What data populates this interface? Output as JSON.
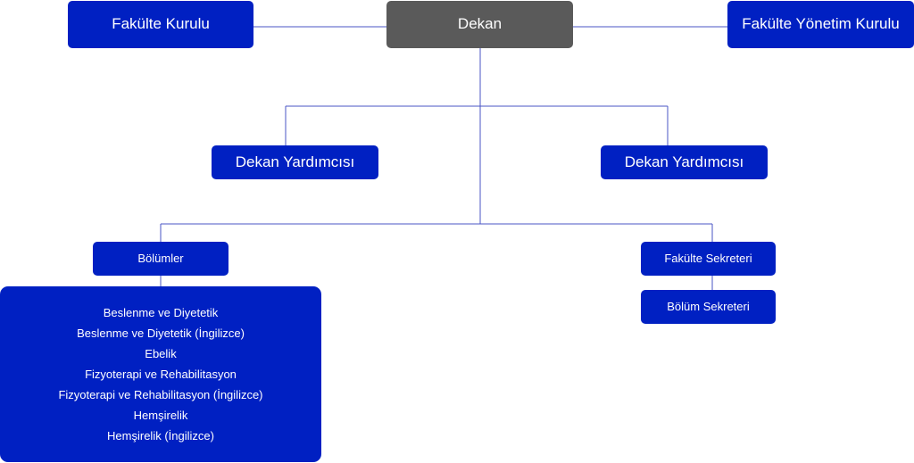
{
  "org_chart": {
    "dean": "Dekan",
    "faculty_board": "Fakülte Kurulu",
    "faculty_executive_board": "Fakülte Yönetim Kurulu",
    "vice_dean_left": "Dekan Yardımcısı",
    "vice_dean_right": "Dekan Yardımcısı",
    "departments_title": "Bölümler",
    "faculty_secretary": "Fakülte Sekreteri",
    "department_secretary": "Bölüm Sekreteri",
    "departments": [
      "Beslenme ve Diyetetik",
      "Beslenme ve Diyetetik (İngilizce)",
      "Ebelik",
      "Fizyoterapi ve Rehabilitasyon",
      "Fizyoterapi ve Rehabilitasyon (İngilizce)",
      "Hemşirelik",
      "Hemşirelik (İngilizce)"
    ]
  },
  "colors": {
    "node": "#0020c2",
    "dean_node": "#5a5a5a",
    "connector": "#4a56c4",
    "text": "#ffffff"
  }
}
